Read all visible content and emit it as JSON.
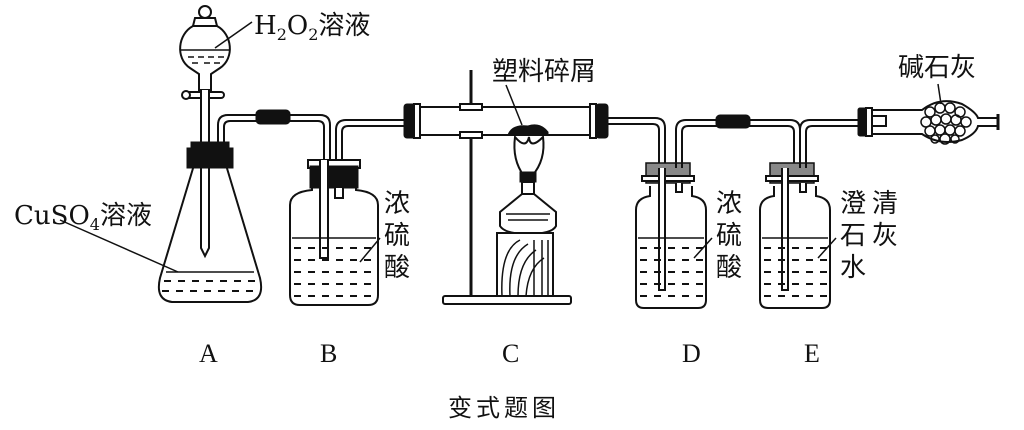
{
  "figure": {
    "caption": "变式题图",
    "apparatus": [
      {
        "id": "A",
        "label": "A",
        "contents": "CuSO₄溶液",
        "funnel_contents": "H₂O₂溶液"
      },
      {
        "id": "B",
        "label": "B",
        "contents": "浓硫酸"
      },
      {
        "id": "C",
        "label": "C",
        "contents": "塑料碎屑"
      },
      {
        "id": "D",
        "label": "D",
        "contents": "浓硫酸"
      },
      {
        "id": "E",
        "label": "E",
        "contents": "澄清石灰水"
      }
    ],
    "drying_tube": {
      "contents": "碱石灰"
    }
  },
  "labels": {
    "h2o2": {
      "H": "H",
      "sub2a": "2",
      "O": "O",
      "sub2b": "2",
      "rest": "溶液"
    },
    "cuso4": {
      "main": "CuSO",
      "sub": "4",
      "rest": "溶液"
    },
    "b_acid": [
      "浓",
      "硫",
      "酸"
    ],
    "plastic": "塑料碎屑",
    "d_acid": [
      "浓",
      "硫",
      "酸"
    ],
    "e_lime": [
      "澄",
      "清",
      "石",
      "灰",
      "水"
    ],
    "soda_lime": "碱石灰",
    "letters": [
      "A",
      "B",
      "C",
      "D",
      "E"
    ]
  }
}
